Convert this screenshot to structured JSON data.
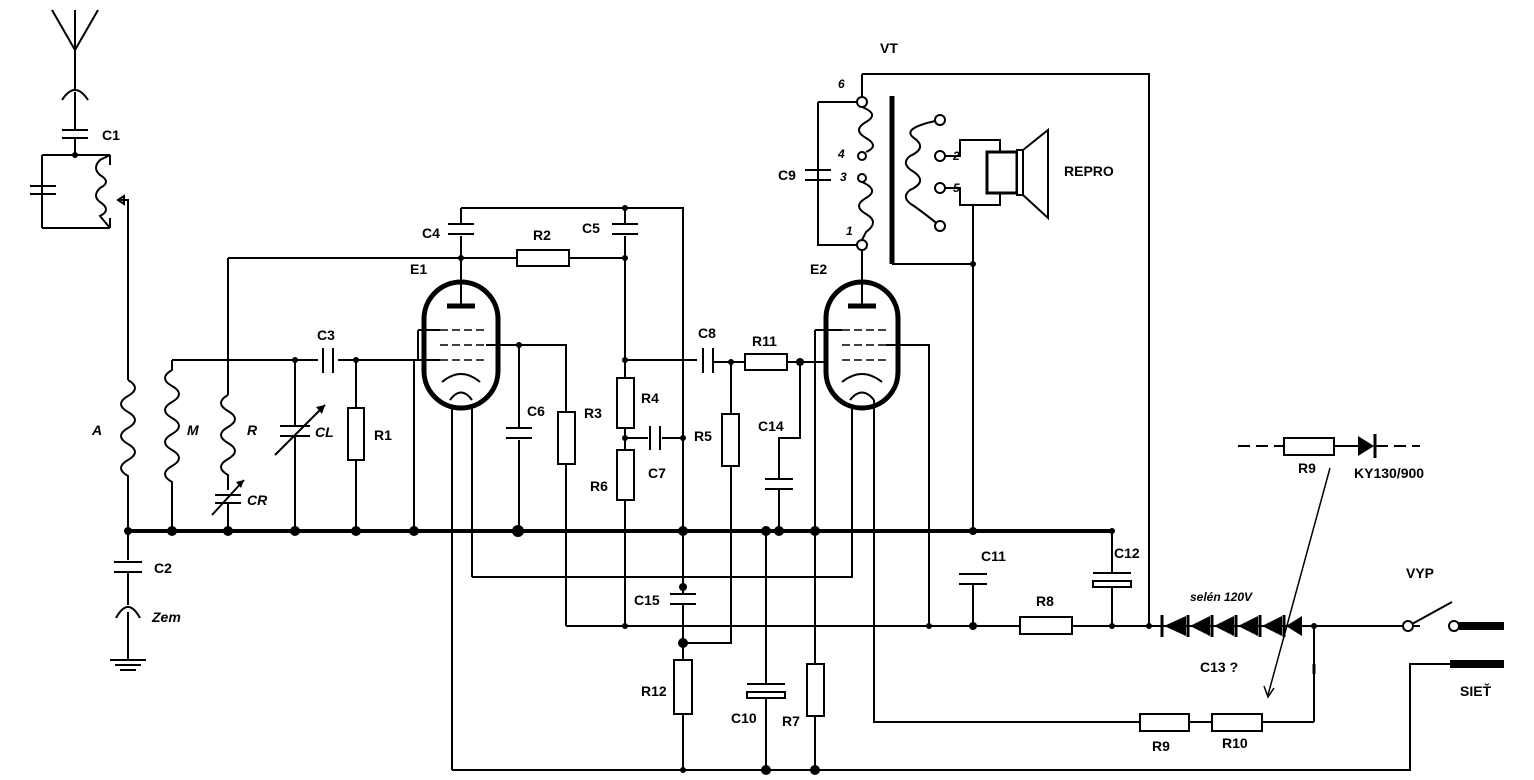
{
  "labels": {
    "C1": "C1",
    "C2": "C2",
    "C3": "C3",
    "C4": "C4",
    "C5": "C5",
    "C6": "C6",
    "C7": "C7",
    "C8": "C8",
    "C9": "C9",
    "C10": "C10",
    "C11": "C11",
    "C12": "C12",
    "C13": "C13 ?",
    "C14": "C14",
    "C15": "C15",
    "R1": "R1",
    "R2": "R2",
    "R3": "R3",
    "R4": "R4",
    "R5": "R5",
    "R6": "R6",
    "R7": "R7",
    "R8": "R8",
    "R9a": "R9",
    "R9b": "R9",
    "R10": "R10",
    "R11": "R11",
    "R12": "R12",
    "E1": "E1",
    "E2": "E2",
    "VT": "VT",
    "REPRO": "REPRO",
    "A": "A",
    "M": "M",
    "R": "R",
    "CL": "CL",
    "CR": "CR",
    "Zem": "Zem",
    "KY": "KY130/900",
    "selen": "selén 120V",
    "VYP": "VYP",
    "SIET": "SIEŤ",
    "pin6": "6",
    "pin4": "4",
    "pin3": "3",
    "pin1": "1",
    "pin2": "2",
    "pin5": "5"
  }
}
